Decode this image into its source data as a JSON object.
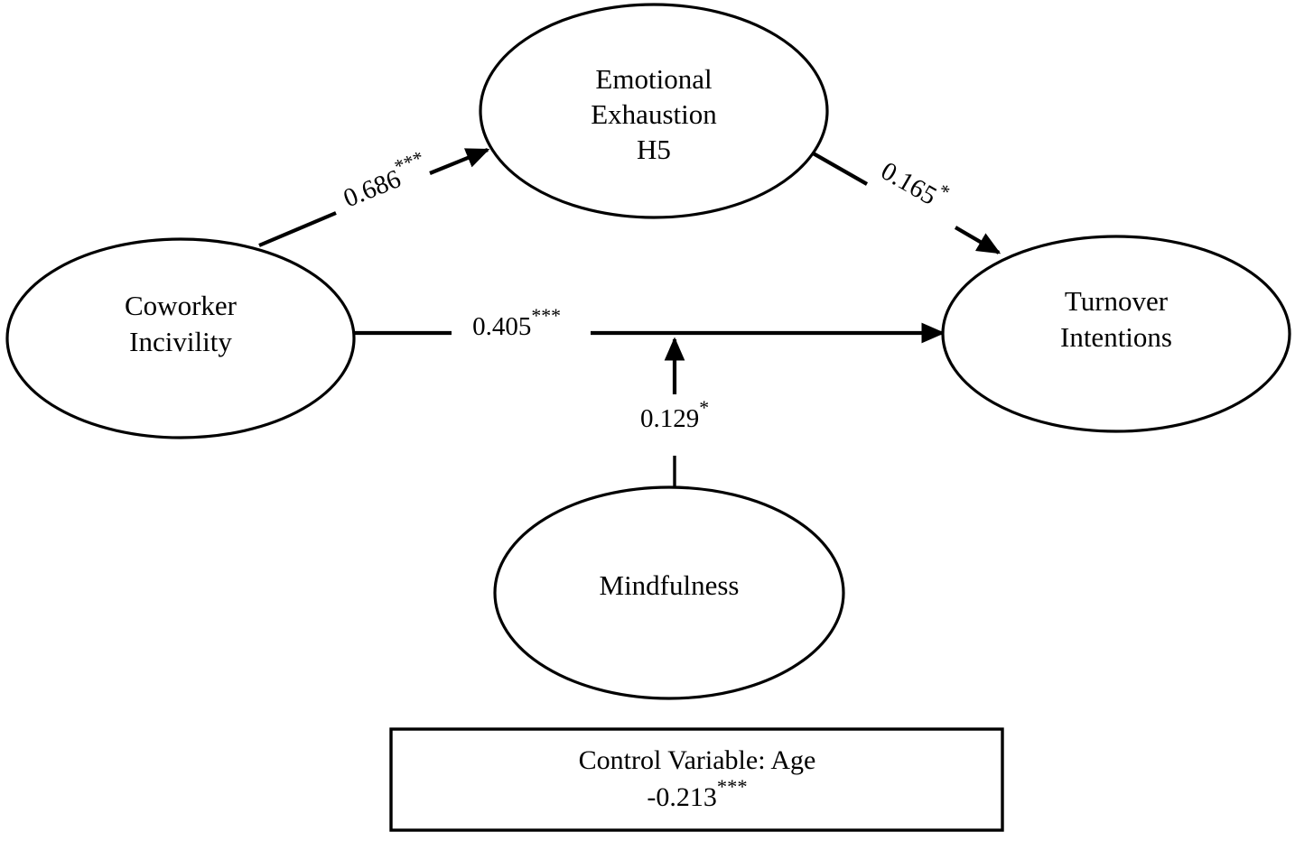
{
  "diagram": {
    "type": "structural-equation-path-model",
    "nodes": [
      {
        "id": "coworker_incivility",
        "label_line1": "Coworker",
        "label_line2": "Incivility",
        "shape": "ellipse"
      },
      {
        "id": "emotional_exhaustion",
        "label_line1": "Emotional",
        "label_line2": "Exhaustion",
        "label_line3": "H5",
        "shape": "ellipse"
      },
      {
        "id": "turnover_intentions",
        "label_line1": "Turnover",
        "label_line2": "Intentions",
        "shape": "ellipse"
      },
      {
        "id": "mindfulness",
        "label_line1": "Mindfulness",
        "shape": "ellipse"
      }
    ],
    "paths": [
      {
        "id": "ci_to_ee",
        "from": "coworker_incivility",
        "to": "emotional_exhaustion",
        "coefficient": "0.686",
        "significance": "***"
      },
      {
        "id": "ee_to_ti",
        "from": "emotional_exhaustion",
        "to": "turnover_intentions",
        "coefficient": "0.165",
        "significance": "*"
      },
      {
        "id": "ci_to_ti",
        "from": "coworker_incivility",
        "to": "turnover_intentions",
        "coefficient": "0.405",
        "significance": "***"
      },
      {
        "id": "mind_to_ci_ti",
        "from": "mindfulness",
        "to": "ci_to_ti",
        "coefficient": "0.129",
        "significance": "*"
      }
    ],
    "control_box": {
      "title": "Control Variable:  Age",
      "coefficient": "-0.213",
      "significance": "***"
    },
    "colors": {
      "stroke": "#000000",
      "fill": "#ffffff",
      "text": "#000000"
    }
  }
}
